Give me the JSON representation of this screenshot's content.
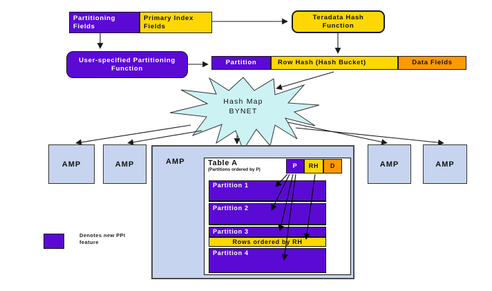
{
  "colors": {
    "purple": "#5a0ad4",
    "yellow": "#ffd705",
    "orange": "#ff9900",
    "star": "#ccf2f4",
    "amp": "#c7d4ef"
  },
  "flow": {
    "partitioning_fields": "Partitioning Fields",
    "primary_index_fields": "Primary Index Fields",
    "teradata_hash_function": "Teradata Hash Function",
    "user_partitioning_function": "User-specified Partitioning Function",
    "partition": "Partition",
    "row_hash": "Row Hash (Hash Bucket)",
    "data_fields": "Data Fields"
  },
  "bynet": {
    "line1": "Hash Map",
    "line2": "BYNET"
  },
  "amps": {
    "labels": [
      "AMP",
      "AMP",
      "AMP",
      "AMP",
      "AMP"
    ]
  },
  "table": {
    "title": "Table A",
    "subtitle": "(Partitions ordered by P)",
    "columns": [
      "P",
      "RH",
      "D"
    ],
    "partitions": [
      "Partition 1",
      "Partition 2",
      "Partition 3",
      "Partition 4"
    ],
    "rows_band": "Rows ordered by RH"
  },
  "legend": {
    "text": "Denotes new PPI feature"
  }
}
